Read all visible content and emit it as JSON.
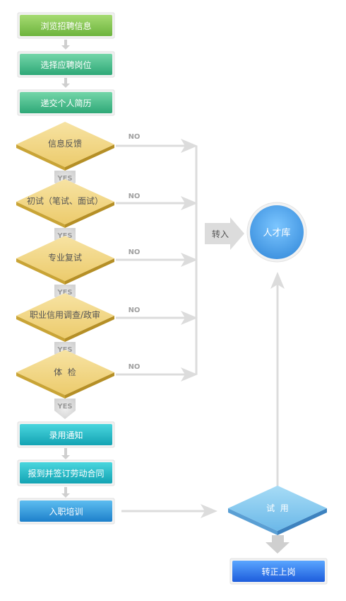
{
  "colors": {
    "step_green_top": "#9bd36a",
    "step_green_bottom": "#6cb63c",
    "step_teal_top": "#6fd0a4",
    "step_teal_bottom": "#2fab7a",
    "step_cyan_top": "#42d3da",
    "step_cyan_bottom": "#15a9b8",
    "step_blue_top": "#4fb5ee",
    "step_blue_bottom": "#1f86cf",
    "step_final_top": "#4b9bff",
    "step_final_bottom": "#1f62e0",
    "diamond_top": "#f3d98a",
    "diamond_side": "#d1ab3a",
    "trial_top": "#8fd0f2",
    "trial_side": "#4a94cf",
    "arrow_gray": "#d8d8d8",
    "label_gray": "#9a9a9a",
    "circle_inner": "#5fb0f0"
  },
  "steps": [
    {
      "id": "browse",
      "label": "浏览招聘信息",
      "style": "green"
    },
    {
      "id": "select",
      "label": "选择应聘岗位",
      "style": "teal"
    },
    {
      "id": "submit",
      "label": "递交个人简历",
      "style": "teal"
    },
    {
      "id": "notify",
      "label": "录用通知",
      "style": "cyan"
    },
    {
      "id": "sign",
      "label": "报到并签订劳动合同",
      "style": "cyan"
    },
    {
      "id": "train",
      "label": "入职培训",
      "style": "blue"
    }
  ],
  "decisions": [
    {
      "id": "feedback",
      "label": "信息反馈",
      "no": "NO",
      "yes": "YES"
    },
    {
      "id": "first",
      "label": "初试（笔试、面试）",
      "no": "NO",
      "yes": "YES"
    },
    {
      "id": "prof",
      "label": "专业复试",
      "no": "NO",
      "yes": "YES"
    },
    {
      "id": "credit",
      "label": "职业信用调查/政审",
      "no": "NO",
      "yes": "YES"
    },
    {
      "id": "exam",
      "label": "体  检",
      "no": "NO",
      "yes": "YES"
    }
  ],
  "transfer_label": "转入",
  "talent_pool": "人才库",
  "trial": "试  用",
  "final": "转正上岗"
}
